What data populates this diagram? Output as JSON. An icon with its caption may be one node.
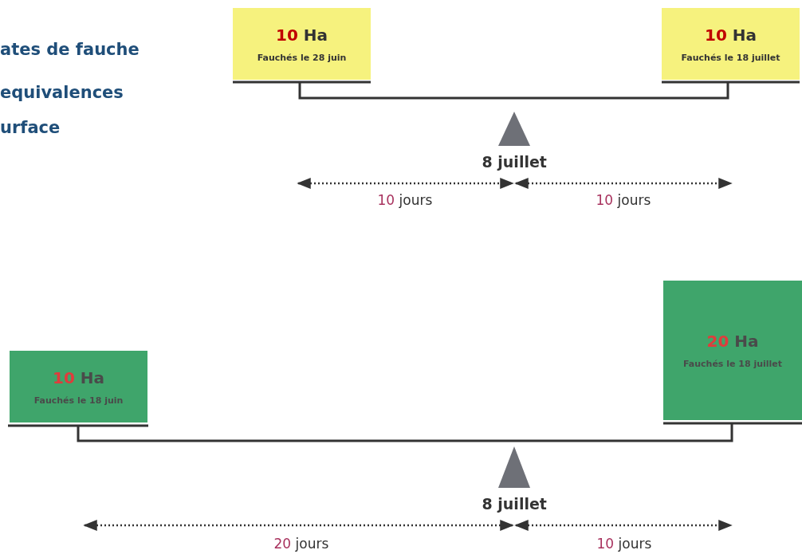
{
  "diagram": {
    "nodes": [
      {
        "text": [
          "10 Ha",
          "Fauchés le 28 juin"
        ]
      },
      {
        "text": [
          "10 Ha",
          "Fauchés le 18 juillet"
        ]
      },
      {
        "text": [
          "10 Ha",
          "Fauchés le 18 juin"
        ]
      },
      {
        "text": [
          "20 Ha",
          "Fauchés le 18 juillet"
        ]
      }
    ],
    "labels": [
      "ates de fauche",
      "equivalences",
      "urface",
      "8 juillet",
      "10 jours",
      "10 jours",
      "8 juillet",
      "20 jours",
      "10 jours"
    ]
  }
}
